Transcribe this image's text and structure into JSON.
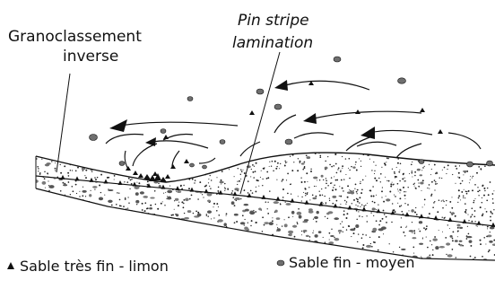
{
  "labels": {
    "granoclassement_line1": "Granoclassement",
    "granoclassement_line2": "inverse",
    "pin_stripe_line1": "Pin stripe",
    "pin_stripe_line2": "lamination"
  },
  "legend": {
    "triangle_text": "Sable  très fin -  limon",
    "dot_text": "Sable  fin -  moyen"
  },
  "colors": {
    "ink": "#111111",
    "grain": "#6f6f6f",
    "background": "#ffffff"
  }
}
